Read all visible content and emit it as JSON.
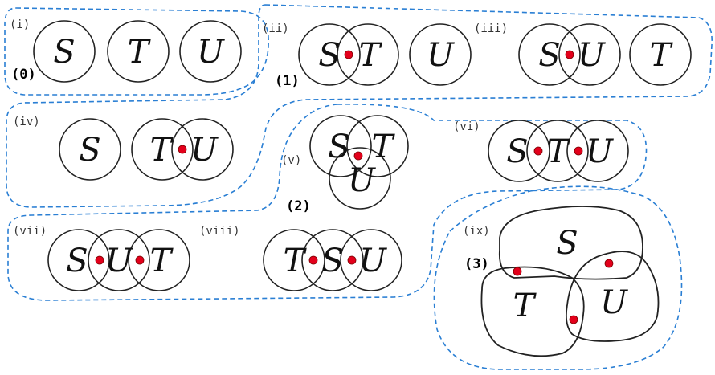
{
  "panels": [
    {
      "label": "(i)",
      "vars": [
        "S",
        "T",
        "U"
      ]
    },
    {
      "label": "(ii)",
      "vars": [
        "S",
        "T",
        "U"
      ]
    },
    {
      "label": "(iii)",
      "vars": [
        "S",
        "U",
        "T"
      ]
    },
    {
      "label": "(iv)",
      "vars": [
        "S",
        "T",
        "U"
      ]
    },
    {
      "label": "(v)",
      "vars": [
        "S",
        "T",
        "U"
      ]
    },
    {
      "label": "(vi)",
      "vars": [
        "S",
        "T",
        "U"
      ]
    },
    {
      "label": "(vii)",
      "vars": [
        "S",
        "U",
        "T"
      ]
    },
    {
      "label": "(viii)",
      "vars": [
        "T",
        "S",
        "U"
      ]
    },
    {
      "label": "(ix)",
      "vars": [
        "S",
        "T",
        "U"
      ]
    }
  ],
  "groups": [
    "(0)",
    "(1)",
    "(2)",
    "(3)"
  ],
  "colors": {
    "group_outline": "#2a7fd4",
    "dot": "#e3001b",
    "stroke": "#222222"
  }
}
